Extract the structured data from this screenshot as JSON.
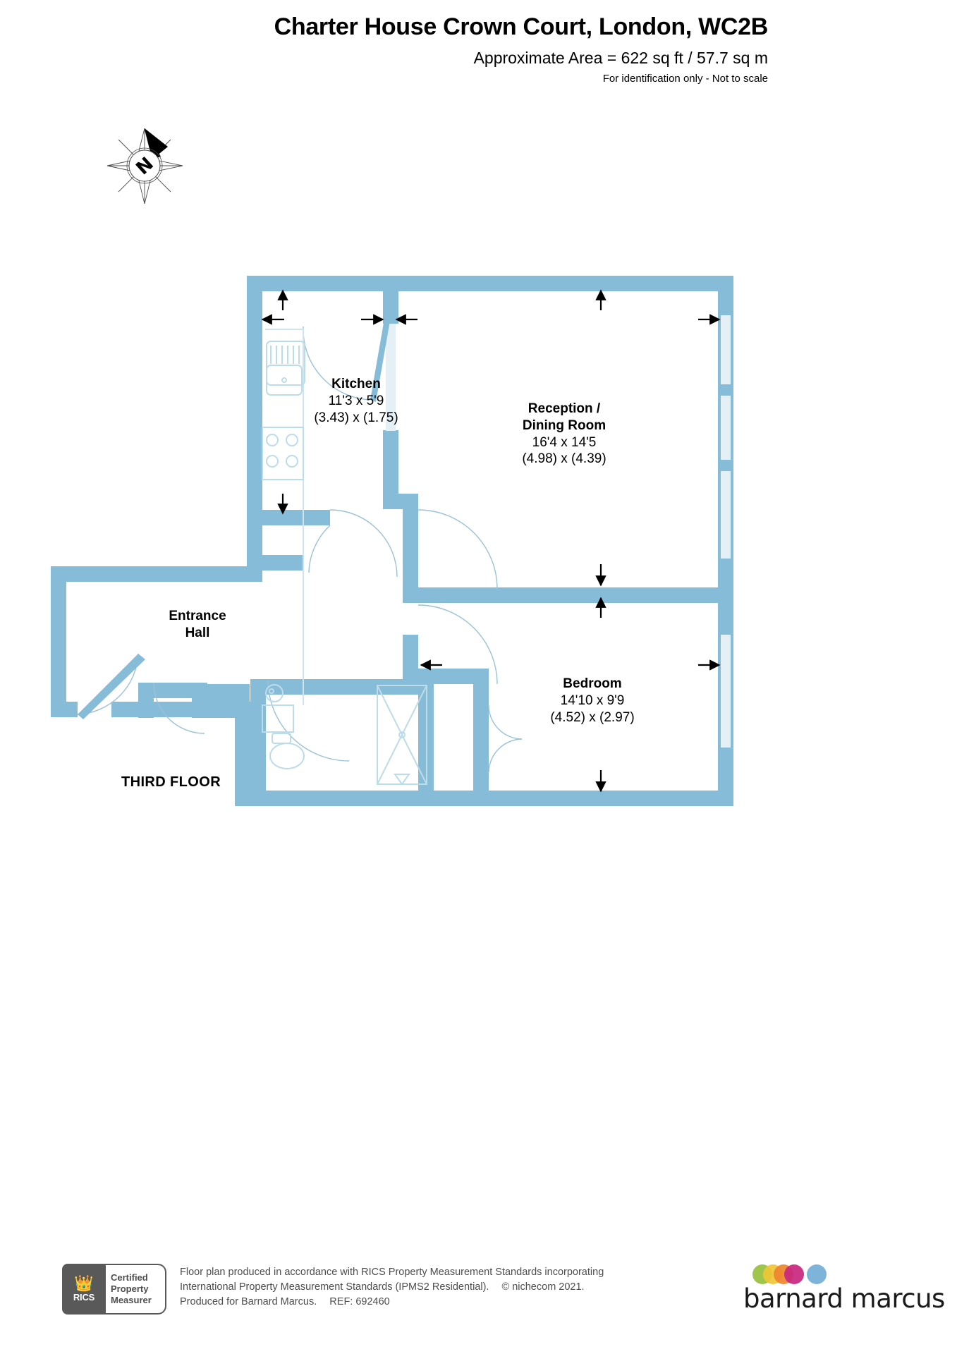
{
  "header": {
    "title": "Charter House Crown Court, London, WC2B",
    "area": "Approximate Area = 622 sq ft / 57.7 sq m",
    "identification": "For identification only - Not to scale"
  },
  "compass": {
    "label": "N",
    "name": "north-arrow"
  },
  "floor_label": "THIRD FLOOR",
  "rooms": [
    {
      "id": "kitchen",
      "name": "Kitchen",
      "dim_imperial": "11'3 x 5'9",
      "dim_metric": "(3.43) x (1.75)"
    },
    {
      "id": "reception",
      "name_line1": "Reception /",
      "name_line2": "Dining Room",
      "dim_imperial": "16'4 x 14'5",
      "dim_metric": "(4.98) x (4.39)"
    },
    {
      "id": "bedroom",
      "name": "Bedroom",
      "dim_imperial": "14'10 x 9'9",
      "dim_metric": "(4.52) x (2.97)"
    },
    {
      "id": "hall",
      "name_line1": "Entrance",
      "name_line2": "Hall"
    }
  ],
  "footer": {
    "rics": {
      "brand": "RICS",
      "line1": "Certified",
      "line2": "Property",
      "line3": "Measurer"
    },
    "disclaimer_line1": "Floor plan produced in accordance with RICS Property Measurement Standards incorporating",
    "disclaimer_line2": "International Property Measurement Standards (IPMS2 Residential).",
    "disclaimer_line2b": "© nichecom 2021.",
    "disclaimer_line3": "Produced for Barnard Marcus.",
    "disclaimer_ref": "REF: 692460",
    "brand_name": "barnard marcus"
  },
  "colors": {
    "wall": "#87bcd8",
    "wall_light": "#cfe4ef",
    "fixture_stroke": "#b9d8e7",
    "text": "#000000",
    "footer_text": "#4d4d4d",
    "rics_grey": "#595959",
    "dot_green": "#9fc54d",
    "dot_yellow": "#f0c637",
    "dot_orange": "#ef8430",
    "dot_magenta": "#c9267e",
    "dot_blue": "#7fb4da"
  }
}
